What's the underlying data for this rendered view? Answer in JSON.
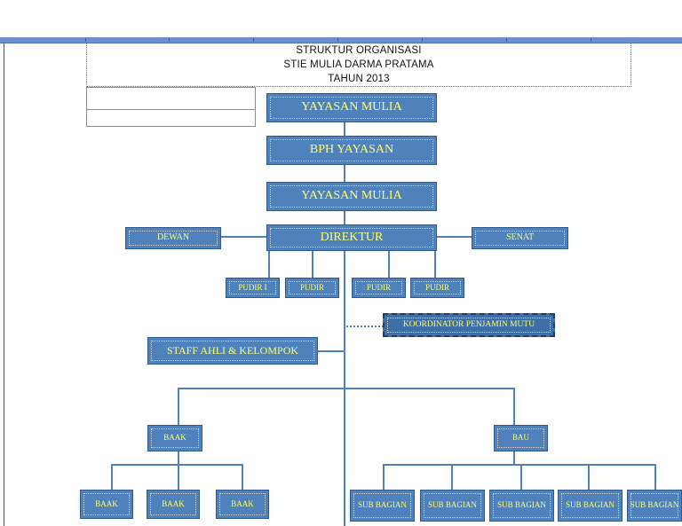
{
  "title": {
    "line1": "STRUKTUR ORGANISASI",
    "line2": "STIE MULIA DARMA PRATAMA",
    "line3": "TAHUN 2013"
  },
  "nodes": {
    "yayasan_top": "YAYASAN MULIA",
    "bph": "BPH YAYASAN",
    "yayasan_second": "YAYASAN MULIA",
    "direktur": "DIREKTUR",
    "dewan": "DEWAN",
    "senat": "SENAT",
    "pudir_1": "PUDIR I",
    "pudir_2": "PUDIR",
    "pudir_3": "PUDIR",
    "pudir_4": "PUDIR",
    "koordinator": "KOORDINATOR PENJAMIN MUTU",
    "staff_ahli": "STAFF AHLI & KELOMPOK",
    "baak": "BAAK",
    "bau": "BAU",
    "baak_sub": [
      "BAAK",
      "BAAK",
      "BAAK"
    ],
    "sub_bagian": [
      "SUB BAGIAN",
      "SUB BAGIAN",
      "SUB BAGIAN",
      "SUB BAGIAN",
      "SUB BAGIAN"
    ]
  },
  "colors": {
    "box_fill": "#4f81bd",
    "box_text": "#ffff66",
    "connector": "#4f81bd"
  }
}
